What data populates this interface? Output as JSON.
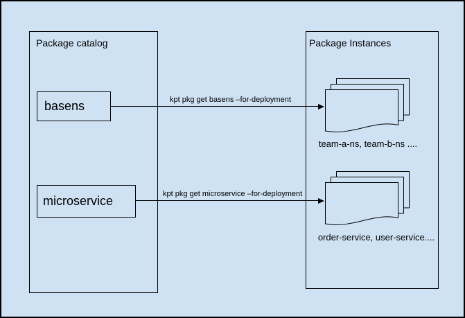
{
  "diagram": {
    "background_color": "#cfe2f3",
    "line_color": "#000000"
  },
  "catalog": {
    "title": "Package catalog",
    "packages": [
      {
        "name": "basens"
      },
      {
        "name": "microservice"
      }
    ]
  },
  "instances": {
    "title": "Package Instances",
    "stacks": [
      {
        "icon": "document-stack-icon",
        "caption": "team-a-ns, team-b-ns ...."
      },
      {
        "icon": "document-stack-icon",
        "caption": "order-service, user-service...."
      }
    ]
  },
  "commands": [
    {
      "label": "kpt pkg get basens –for-deployment"
    },
    {
      "label": "kpt pkg get microservice –for-deployment"
    }
  ]
}
